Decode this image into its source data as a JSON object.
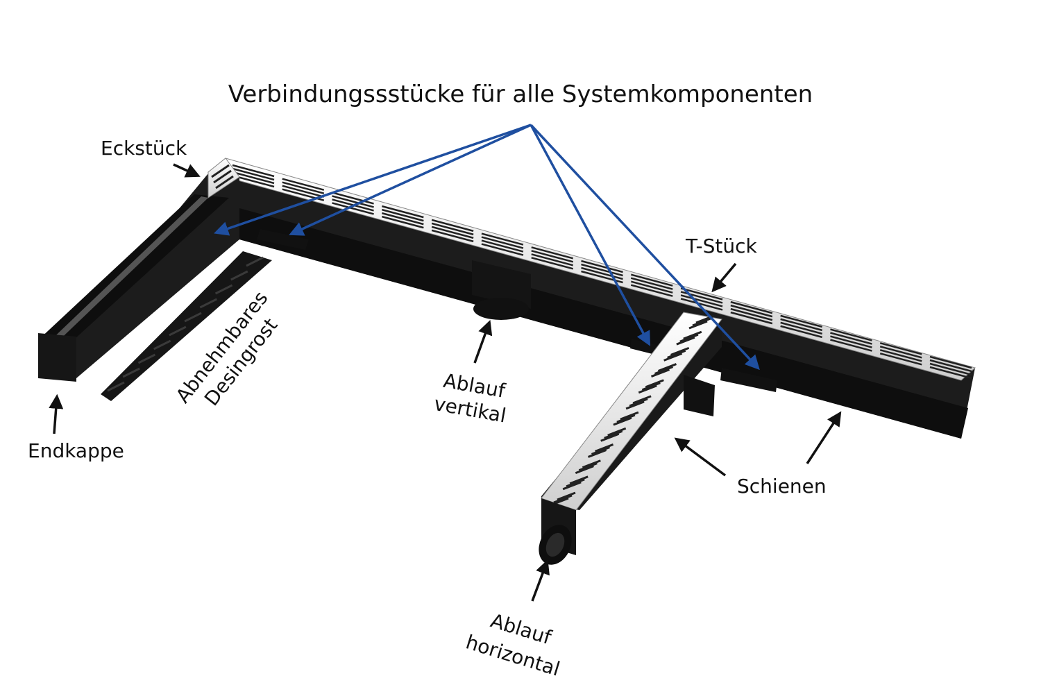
{
  "title": "Verbindungssstücke für alle Systemkomponenten",
  "labels": {
    "eckstueck": "Eckstück",
    "t_stueck": "T-Stück",
    "endkappe": "Endkappe",
    "designrost_line1": "Abnehmbares",
    "designrost_line2": "Desingrost",
    "ablauf_vertikal_line1": "Ablauf",
    "ablauf_vertikal_line2": "vertikal",
    "schienen": "Schienen",
    "ablauf_horizontal_line1": "Ablauf",
    "ablauf_horizontal_line2": "horizontal"
  },
  "colors": {
    "callout_blue": "#1f4fa0",
    "arrow_black": "#111111",
    "channel_body": "#1c1c1c",
    "channel_shade": "#0d0d0d",
    "grate_steel": "#e6e6e6",
    "slot_dark": "#222222"
  }
}
